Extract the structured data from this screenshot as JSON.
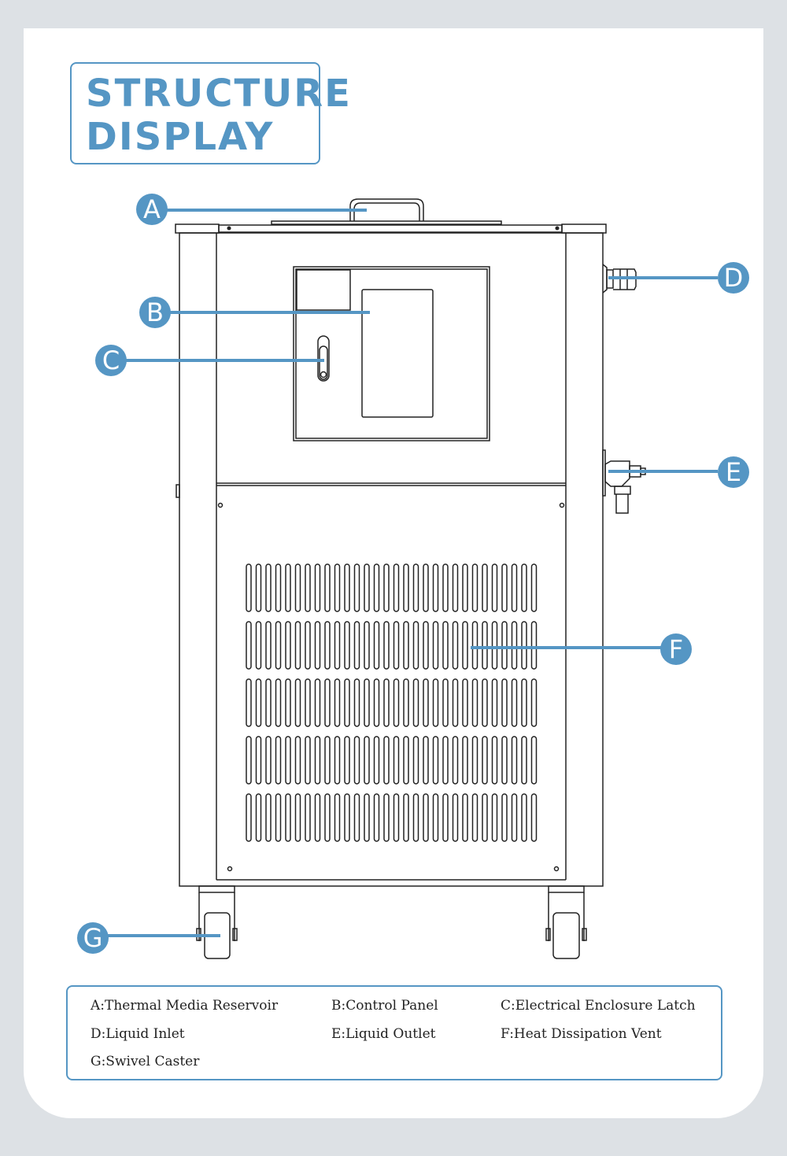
{
  "title": {
    "line1": "STRUCTURE",
    "line2": "DISPLAY"
  },
  "accent_color": "#5596c4",
  "callouts": [
    "A",
    "B",
    "C",
    "D",
    "E",
    "F",
    "G"
  ],
  "legend": [
    "A:Thermal Media Reservoir",
    "B:Control Panel",
    "C:Electrical Enclosure Latch",
    "D:Liquid Inlet",
    "E:Liquid Outlet",
    "F:Heat Dissipation Vent",
    "G:Swivel Caster"
  ]
}
